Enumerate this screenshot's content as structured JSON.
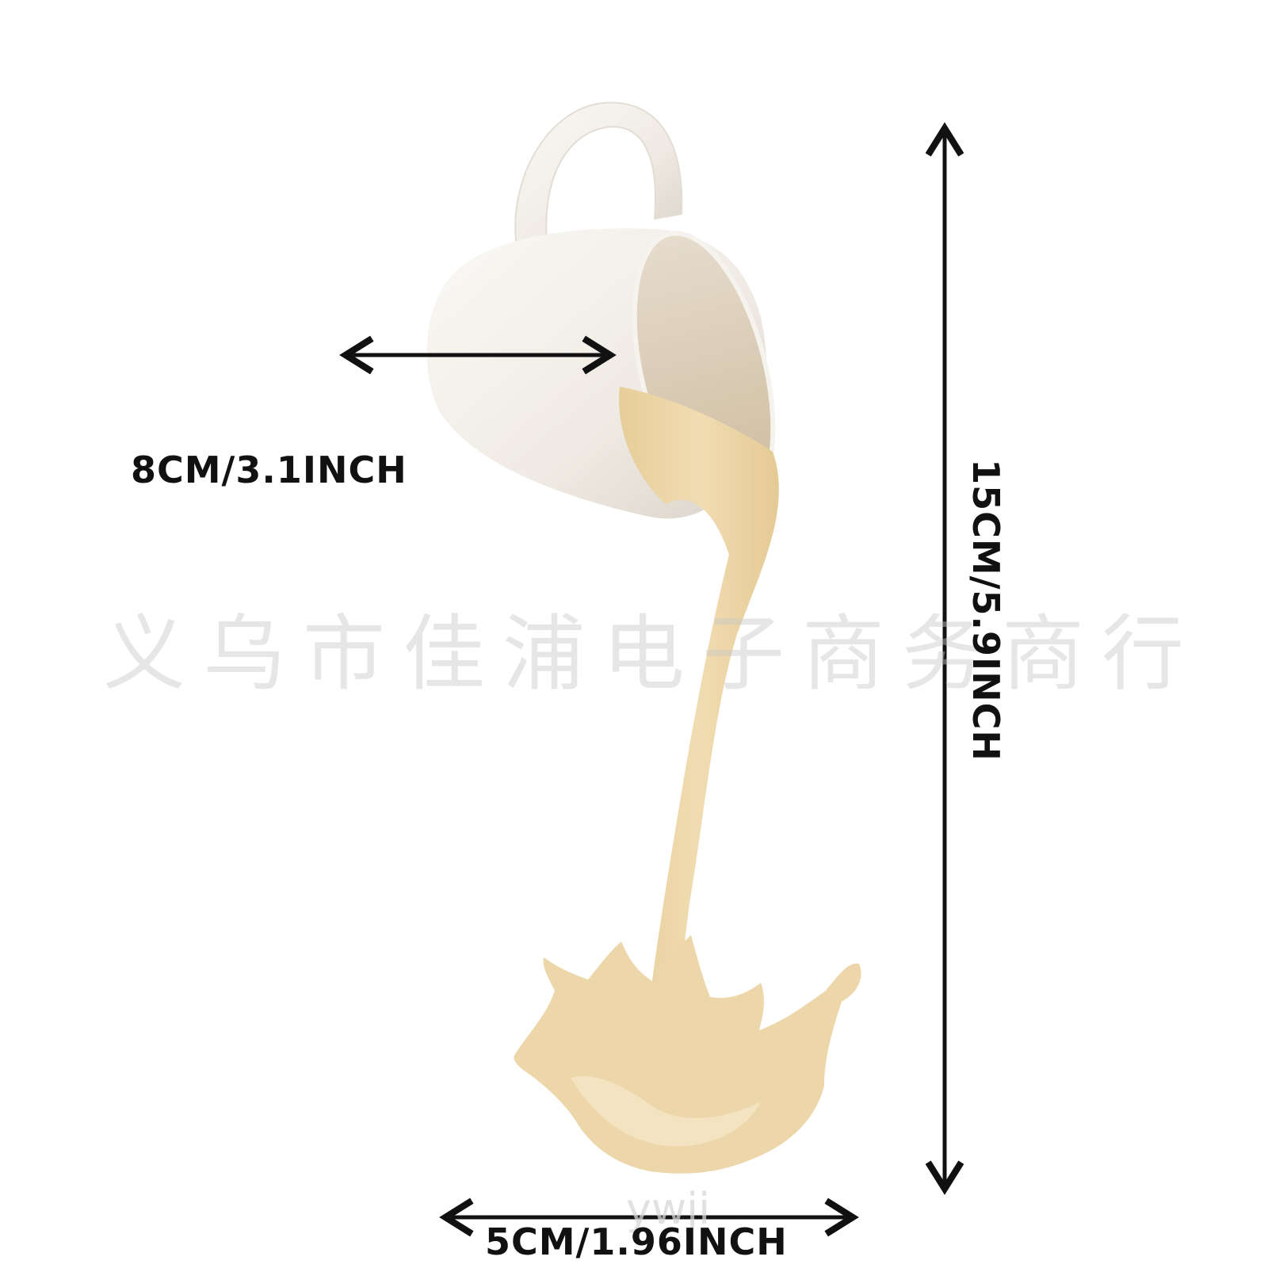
{
  "labels": {
    "width": "8CM/3.1INCH",
    "height": "15CM/5.9INCH",
    "base": "5CM/1.96INCH"
  },
  "watermarks": {
    "company": "义乌市佳浦电子商务商行",
    "site": "ywji"
  },
  "colors": {
    "background": "#ffffff",
    "cup": "#f4f1ec",
    "cup_shadow": "#d8d2c8",
    "liquid": "#efd9ae",
    "liquid_shadow": "#e2c992",
    "arrow": "#111111"
  },
  "icons": {
    "arrows": "double-headed-arrow"
  }
}
